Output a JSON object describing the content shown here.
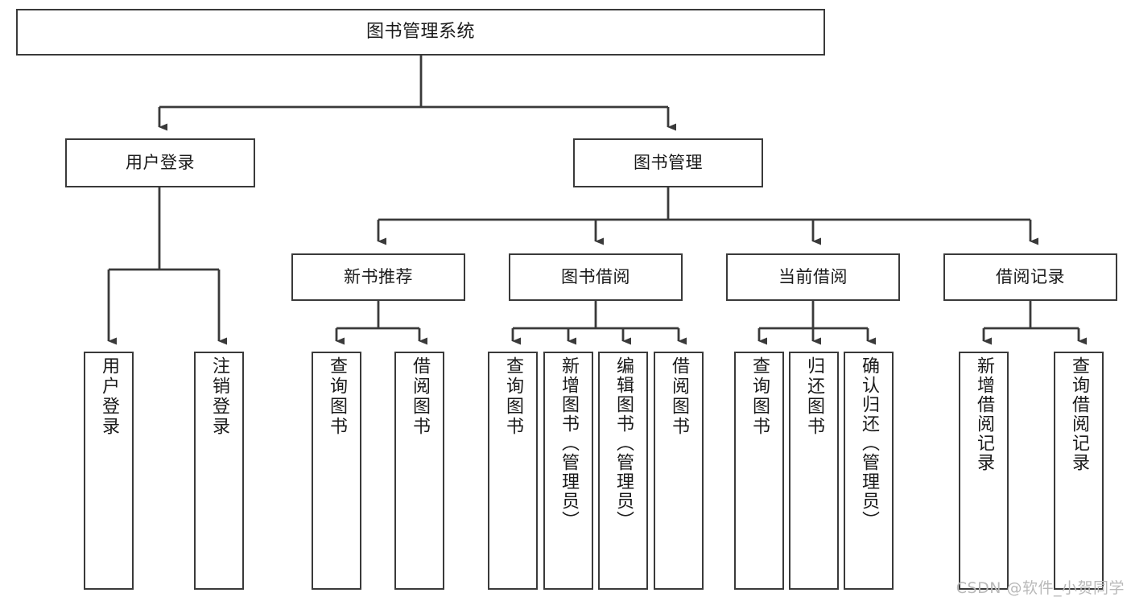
{
  "diagram": {
    "title": "图书管理系统",
    "type": "tree-hierarchy-chart",
    "root": {
      "id": "root",
      "label": "图书管理系统"
    },
    "level2": [
      {
        "id": "user-login",
        "label": "用户登录"
      },
      {
        "id": "book-management",
        "label": "图书管理"
      }
    ],
    "level3": [
      {
        "id": "new-book-recommend",
        "label": "新书推荐"
      },
      {
        "id": "book-borrow",
        "label": "图书借阅"
      },
      {
        "id": "current-borrow",
        "label": "当前借阅"
      },
      {
        "id": "borrow-record",
        "label": "借阅记录"
      }
    ],
    "leaves": {
      "user_login": [
        {
          "id": "leaf-user-login",
          "label": "用户登录"
        },
        {
          "id": "leaf-logout-login",
          "label": "注销登录"
        }
      ],
      "new_book_recommend": [
        {
          "id": "leaf-query-book-1",
          "label": "查询图书"
        },
        {
          "id": "leaf-borrow-book-1",
          "label": "借阅图书"
        }
      ],
      "book_borrow": [
        {
          "id": "leaf-query-book-2",
          "label": "查询图书"
        },
        {
          "id": "leaf-add-book",
          "label": "新增图书（管理员）"
        },
        {
          "id": "leaf-edit-book",
          "label": "编辑图书（管理员）"
        },
        {
          "id": "leaf-borrow-book-2",
          "label": "借阅图书"
        }
      ],
      "current_borrow": [
        {
          "id": "leaf-query-book-3",
          "label": "查询图书"
        },
        {
          "id": "leaf-return-book",
          "label": "归还图书"
        },
        {
          "id": "leaf-confirm-return",
          "label": "确认归还（管理员）"
        }
      ],
      "borrow_record": [
        {
          "id": "leaf-add-borrow-record",
          "label": "新增借阅记录"
        },
        {
          "id": "leaf-query-borrow-record",
          "label": "查询借阅记录"
        }
      ]
    }
  },
  "watermark": {
    "text": "CSDN @软件_小贺同学"
  },
  "colors": {
    "stroke": "#3a3a3a",
    "fill": "#ffffff",
    "text": "#1a1a1a",
    "watermark": "#b9b9b9"
  }
}
